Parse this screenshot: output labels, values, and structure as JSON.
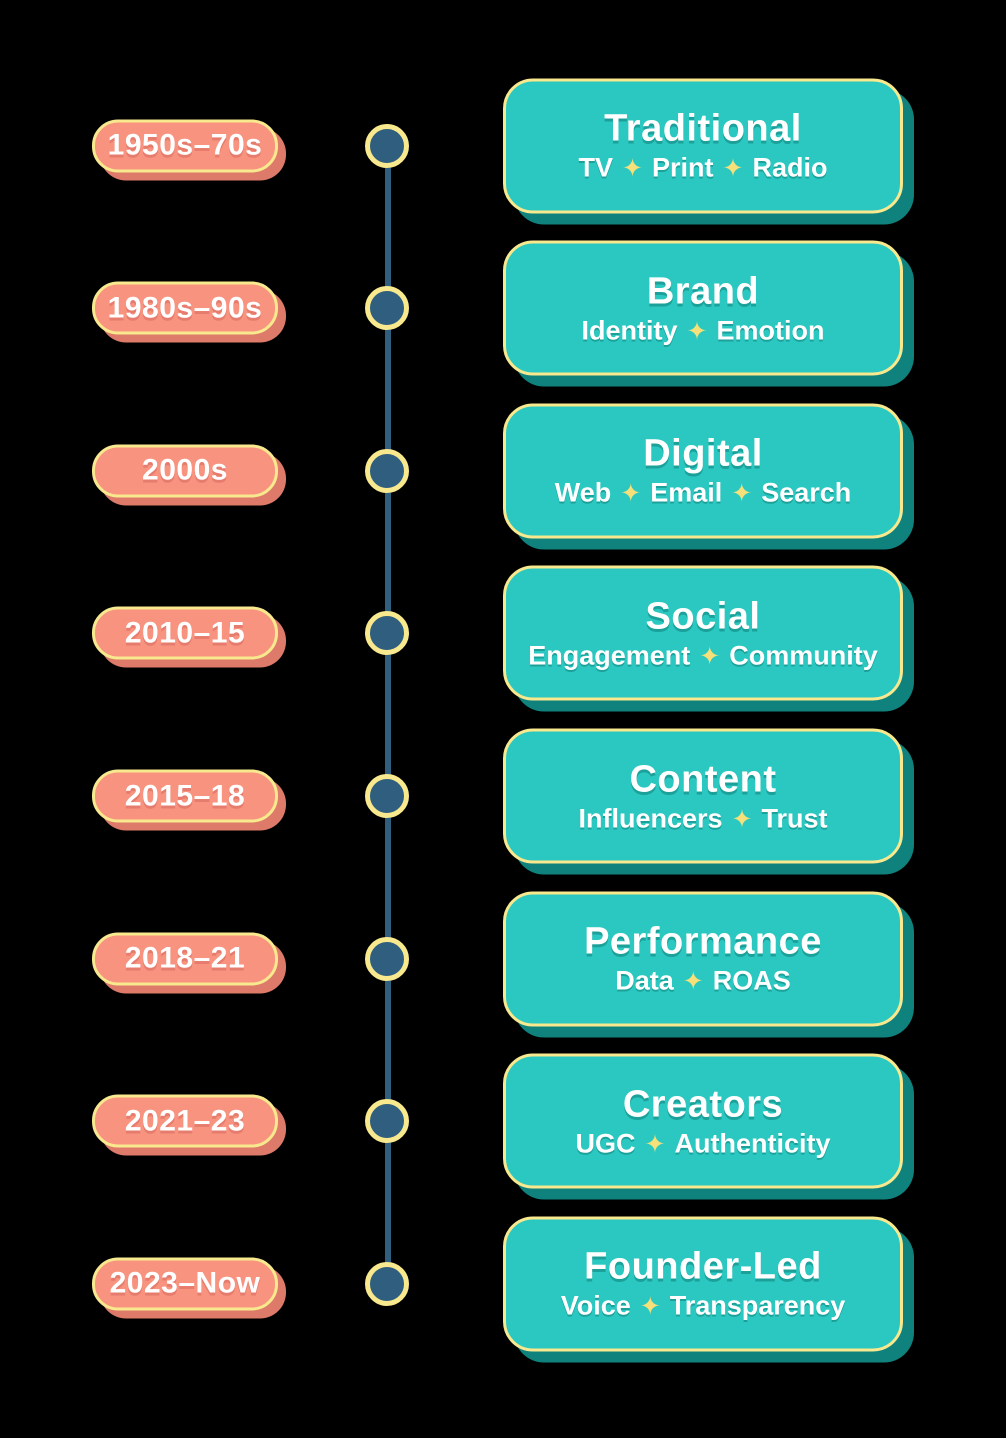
{
  "page": {
    "background": "#000000"
  },
  "colors": {
    "background": "#000000",
    "card_fill": "#2AC8C0",
    "card_border": "#F8E88E",
    "card_shadow": "#0F827D",
    "badge_fill": "#F7937F",
    "badge_border": "#F8E88E",
    "badge_shadow": "#DE7A69",
    "dot_fill": "#2F5E7E",
    "dot_ring": "#F8E88E",
    "line_color": "#2F5E7E",
    "sparkle_color": "#F6E07A",
    "text_color": "#FFFFFF"
  },
  "timeline": {
    "separator": "✦",
    "rows": [
      {
        "period": "1950s–70s",
        "title": "Traditional",
        "tags": [
          "TV",
          "Print",
          "Radio"
        ]
      },
      {
        "period": "1980s–90s",
        "title": "Brand",
        "tags": [
          "Identity",
          "Emotion"
        ]
      },
      {
        "period": "2000s",
        "title": "Digital",
        "tags": [
          "Web",
          "Email",
          "Search"
        ]
      },
      {
        "period": "2010–15",
        "title": "Social",
        "tags": [
          "Engagement",
          "Community"
        ]
      },
      {
        "period": "2015–18",
        "title": "Content",
        "tags": [
          "Influencers",
          "Trust"
        ]
      },
      {
        "period": "2018–21",
        "title": "Performance",
        "tags": [
          "Data",
          "ROAS"
        ]
      },
      {
        "period": "2021–23",
        "title": "Creators",
        "tags": [
          "UGC",
          "Authenticity"
        ]
      },
      {
        "period": "2023–Now",
        "title": "Founder-Led",
        "tags": [
          "Voice",
          "Transparency"
        ]
      }
    ]
  }
}
